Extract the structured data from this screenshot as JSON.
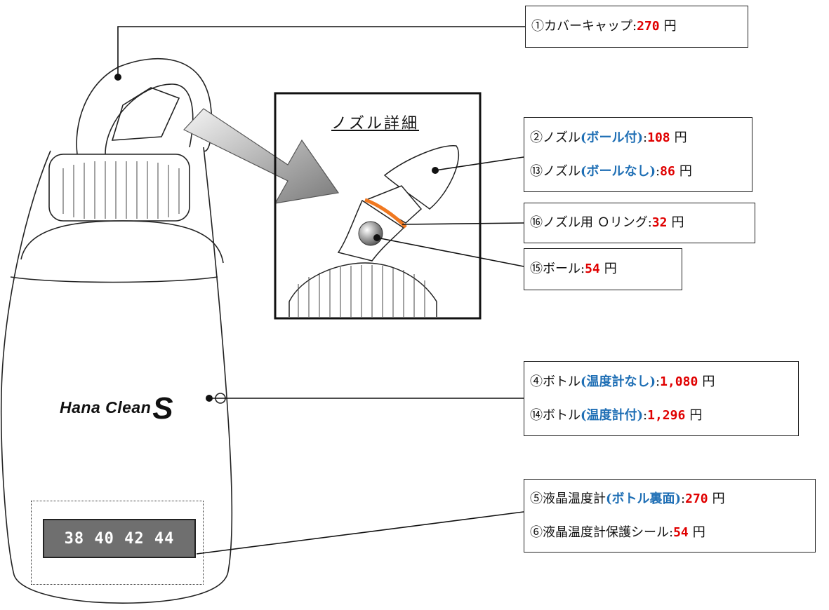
{
  "brand": {
    "name": "Hana Clean",
    "suffix": "S"
  },
  "thermometer": {
    "scale": "38 40 42 44"
  },
  "detail": {
    "title": "ノズル詳細"
  },
  "callouts": {
    "cover_cap": {
      "label": "①カバーキャップ:",
      "price": "270",
      "unit": "円"
    },
    "nozzle_with_ball": {
      "label": "②ノズル",
      "variant": "(ボール付)",
      "sep": ":",
      "price": "108",
      "unit": "円"
    },
    "nozzle_no_ball": {
      "label": "⑬ノズル",
      "variant": "(ボールなし)",
      "sep": ":",
      "price": "86",
      "unit": "円"
    },
    "o_ring": {
      "label": "⑯ノズル用 Ｏリング:",
      "price": "32",
      "unit": "円"
    },
    "ball": {
      "label": "⑮ボール:",
      "price": "54",
      "unit": "円"
    },
    "bottle_no_thermo": {
      "label": "④ボトル",
      "variant": "(温度計なし)",
      "sep": ":",
      "price": "1,080",
      "unit": "円"
    },
    "bottle_with_thermo": {
      "label": "⑭ボトル",
      "variant": "(温度計付)",
      "sep": ":",
      "price": "1,296",
      "unit": "円"
    },
    "lcd_thermo": {
      "label": "⑤液晶温度計",
      "variant": "(ボトル裏面)",
      "sep": ":",
      "price": "270",
      "unit": "円"
    },
    "lcd_seal": {
      "label": "⑥液晶温度計保護シール:",
      "price": "54",
      "unit": "円"
    }
  },
  "colors": {
    "price": "#e00000",
    "variant": "#1f6fb5",
    "oring": "#f07820",
    "thermo_bg": "#6f6f6f"
  }
}
